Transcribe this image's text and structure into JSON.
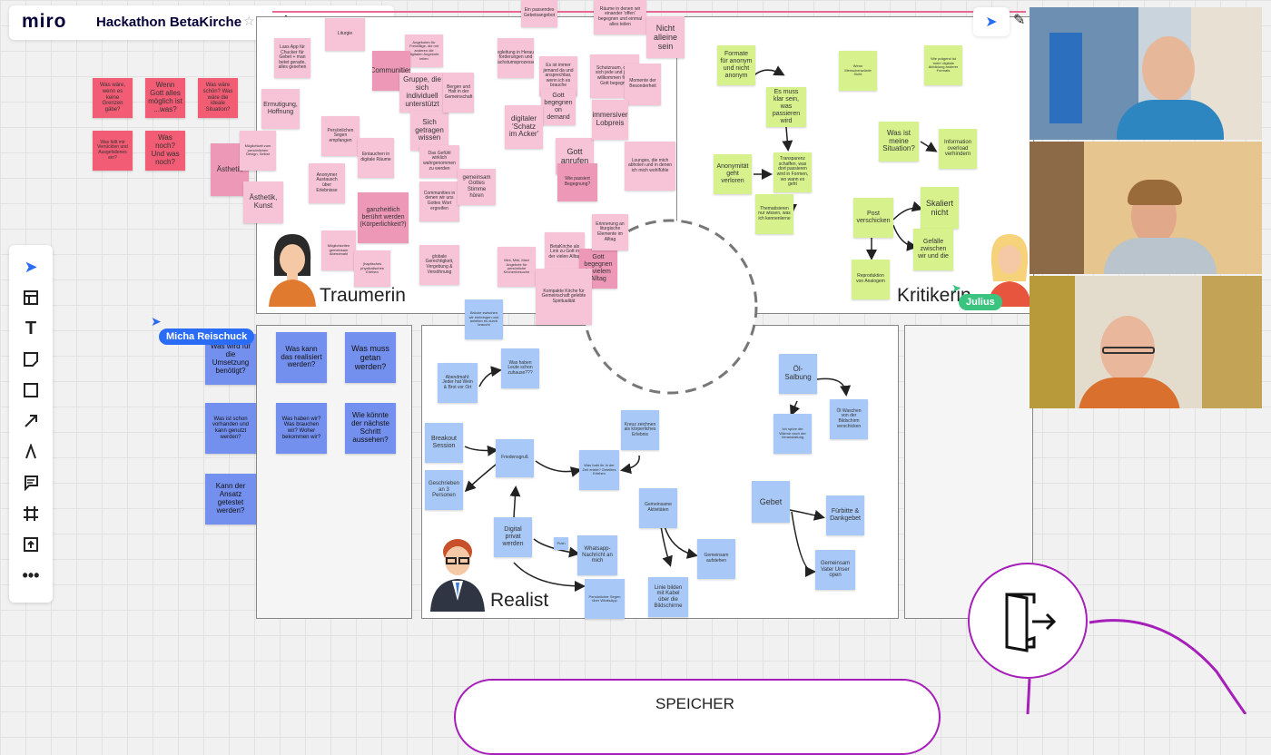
{
  "topbar": {
    "logo": "miro",
    "board_title": "Hackathon BetaKirche",
    "star_icon": "star-icon",
    "upload_icon": "upload-icon",
    "undo_icon": "undo-icon",
    "redo_icon": "redo-icon"
  },
  "toolbar": {
    "tools": [
      "select-icon",
      "template-icon",
      "text-icon",
      "sticky-note-icon",
      "shape-icon",
      "arrow-icon",
      "pen-icon",
      "comment-icon",
      "frame-icon",
      "upload-icon",
      "more-icon"
    ]
  },
  "frames": {
    "traumerin": "Traumerin",
    "kritikerin": "Kritikerin",
    "realist": "Realist"
  },
  "cursors": {
    "micha": "Micha Reischuck",
    "julius": "Julius"
  },
  "bottom": {
    "speicher": "SPEICHER",
    "exit_icon": "exit-door-icon"
  },
  "colors": {
    "brand": "#050038",
    "cursor_blue": "#2b6cf6",
    "cursor_green": "#3bc47f",
    "purple_line": "#a51fb8"
  },
  "notes": {
    "left_red": [
      {
        "t": "Was wäre, wenn es keine Grenzen gäbe?"
      },
      {
        "t": "Wenn Gott alles möglich ist ...was?"
      },
      {
        "t": "Was wäre schön? Was wäre die ideale Situation?"
      },
      {
        "t": "Was fällt mir Verrückten und Ausgefallenes ein?"
      },
      {
        "t": "Was noch? Und was noch?"
      }
    ],
    "traumerin": [
      {
        "t": "Liturgie"
      },
      {
        "t": "Lass App für Chucker für Gebet + man betet gerade, alles gesehen"
      },
      {
        "t": "Angeboten für Freiwillige, die mit anderen die digitalen Angebote teilen"
      },
      {
        "t": "Communities"
      },
      {
        "t": "Begleitung in Heraus-forderungen und Wachstumsprozessen"
      },
      {
        "t": "Ein passendes Gebetsangebot"
      },
      {
        "t": "Räume in denen wir einander 'offen' begegnen und einmal alles teilen"
      },
      {
        "t": "Nicht alleine sein"
      },
      {
        "t": "Ermutigung, Hoffnung"
      },
      {
        "t": "Gruppe, die sich individuell unterstützt"
      },
      {
        "t": "Sich getragen wissen"
      },
      {
        "t": "Bergen und Halt in der Gemeinschaft"
      },
      {
        "t": "Es ist immer jemand da und ansprechbar, wenn ich es brauche"
      },
      {
        "t": "Schutzraum, dass sich jede und jeder willkommen fühlt. Gott begegnet"
      },
      {
        "t": "Gott begegnen on demand"
      },
      {
        "t": "Momente der Besonderheit"
      },
      {
        "t": "Persönlichen Segen empfangen"
      },
      {
        "t": "Ästhetik"
      },
      {
        "t": "Ästhetik, Kunst"
      },
      {
        "t": "Möglichkeit zum persönlichen Design, Selbst"
      },
      {
        "t": "Anonymer Austausch über Erlebnisse"
      },
      {
        "t": "Eintauchen in digitale Räume"
      },
      {
        "t": "Das Gefühl wirklich wahrgenommen zu werden"
      },
      {
        "t": "digitaler 'Schatz im Acker'"
      },
      {
        "t": "Gott anrufen"
      },
      {
        "t": "immersiver Lobpreis"
      },
      {
        "t": "Lounges, die mich abholen und in denen ich mich wohlfühle"
      },
      {
        "t": "Wie passiert Begegnung?"
      },
      {
        "t": "Communities in denen wir uns Gottes Wort ergreifen"
      },
      {
        "t": "gemeinsam Gottes Stimme hören"
      },
      {
        "t": "ganzheitlich berührt werden (Körperlichkeit?)"
      },
      {
        "t": "Möglichkeiten gemeinsam Abendmahl"
      },
      {
        "t": "(haptisches physikalisches Erleben"
      },
      {
        "t": "globale Gerechtigkeit, Vergebung & Versöhnung"
      },
      {
        "t": "Mini, Midi, Maxi Angebote für persönliche Kirchenbesuche"
      },
      {
        "t": "BetaKirche als Link zu Gott in der vielen Alltag"
      },
      {
        "t": "Gott begegnen in vielem Alltag"
      },
      {
        "t": "Erinnerung an liturgische Elemente im Alltag"
      },
      {
        "t": "Kompakte Kirche für Gemeinschaft gelebte Spiritualität"
      }
    ],
    "kritikerin": [
      {
        "t": "Formate für anonym und nicht anonym"
      },
      {
        "t": "Es muss klar sein, was passieren wird"
      },
      {
        "t": "Anonymität geht verloren"
      },
      {
        "t": "Transparenz schaffen, was dort passieren wird in Formen, wo wann es geht"
      },
      {
        "t": "Thematisieren nur wissen, was ich kennenlerne"
      },
      {
        "t": "Wenn Menschenwürde Sicht"
      },
      {
        "t": "Wie prägend ist 'mein' digitale Abbildung anderer Formats"
      },
      {
        "t": "Was ist meine Situation?"
      },
      {
        "t": "Information overload verhindern"
      },
      {
        "t": "Post verschicken"
      },
      {
        "t": "Skaliert nicht"
      },
      {
        "t": "Gefälle zwischen wir und die"
      },
      {
        "t": "Reproduktion von Analogem"
      }
    ],
    "questions": [
      {
        "t": "Was wird für die Umsetzung benötigt?"
      },
      {
        "t": "Was kann das realisiert werden?"
      },
      {
        "t": "Was muss getan werden?"
      },
      {
        "t": "Was ist schon vorhanden und kann genutzt werden?"
      },
      {
        "t": "Was haben wir? Was brauchen wir? Woher bekommen wir?"
      },
      {
        "t": "Wie könnte der nächste Schritt aussehen?"
      },
      {
        "t": "Kann der Ansatz getestet werden?"
      }
    ],
    "realist": [
      {
        "t": "Brücke zwischen wir einbringen und anleiten es durch braucht"
      },
      {
        "t": "Abendmahl: Jeder hat Wein & Brot vor Ort"
      },
      {
        "t": "Was haben Leute schon zuhause???"
      },
      {
        "t": "Breakout Session"
      },
      {
        "t": "Geschrieben an 3 Personen"
      },
      {
        "t": "Friedensgruß"
      },
      {
        "t": "Was habt ihr in der Zeit erlebt? Geteiltes Erleben"
      },
      {
        "t": "Kreuz zeichnen als körperliches Erlebnis"
      },
      {
        "t": "Digital privat werden"
      },
      {
        "t": "Push"
      },
      {
        "t": "Whatsapp-Nachricht an mich"
      },
      {
        "t": "Gemeinsame Aktivitäten"
      },
      {
        "t": "Gemeinsam aufstehen"
      },
      {
        "t": "Persönlicher Segen über WhatsApp"
      },
      {
        "t": "Linie bilden mit Kabel über die Bildschirme"
      },
      {
        "t": "Öl-Salbung"
      },
      {
        "t": "Ich spüre die Wärme nach der Veranstaltung"
      },
      {
        "t": "Öl Waschen von der Bildschirm verschicken"
      },
      {
        "t": "Gebet"
      },
      {
        "t": "Fürbitte & Dankgebet"
      },
      {
        "t": "Gemeinsam Vater Unser open"
      }
    ]
  }
}
